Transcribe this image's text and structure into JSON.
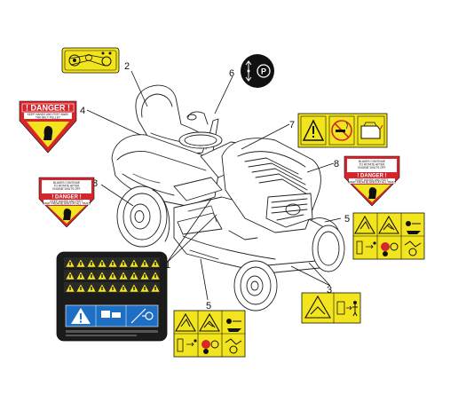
{
  "callouts": [
    "1",
    "2",
    "3",
    "4",
    "5",
    "5",
    "6",
    "7",
    "8",
    "8"
  ],
  "decals": {
    "danger_left": {
      "title": "! DANGER !",
      "line1": "KEEP HANDS AND FEET AWAY",
      "line2": "THE BELT PULLEY"
    },
    "danger_mid": {
      "line1": "BLADES CONTINUE",
      "line2": "TO ROTATE AFTER",
      "line3": "ENGINE SHUTS OFF",
      "title": "! DANGER !",
      "line4": "KEEP HANDS AND FEET",
      "line5": "AWAY FROM BLADES AT ALL TIMES"
    },
    "danger_right": {
      "line1": "BLADES CONTINUE",
      "line2": "TO ROTATE AFTER",
      "line3": "ENGINE SHUTS OFF",
      "title": "! DANGER !",
      "line4": "KEEP HANDS AND FEET",
      "line5": "AWAY FROM BLADES AT ALL TIMES"
    },
    "parking": {
      "label": "P"
    }
  },
  "colors": {
    "decal_yellow": "#f3e51d",
    "danger_red": "#d7262b",
    "control_panel": "#1b1b1b",
    "control_blue": "#1e6fc4",
    "line": "#222222"
  }
}
